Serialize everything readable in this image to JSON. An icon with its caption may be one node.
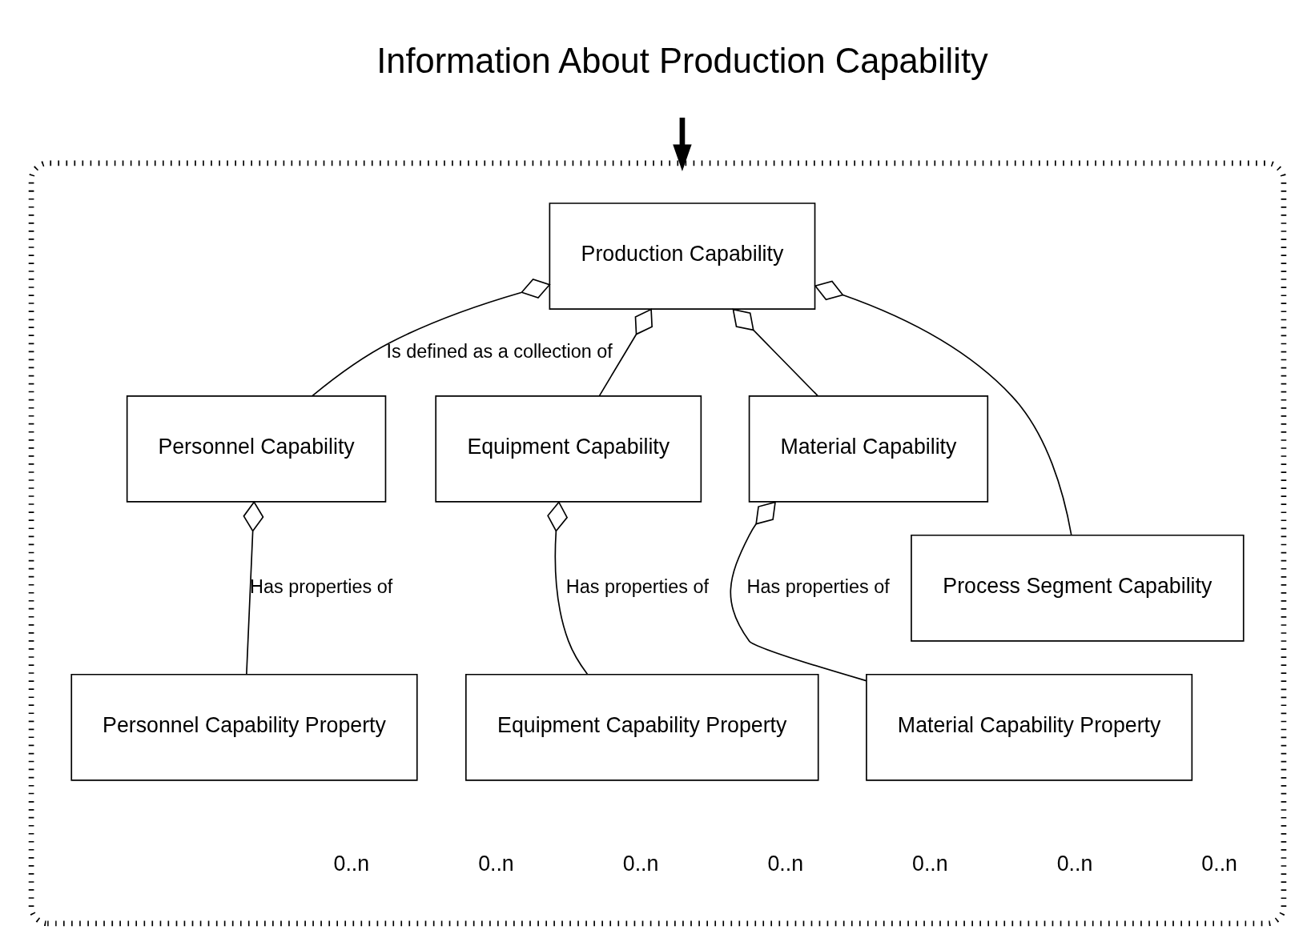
{
  "diagram": {
    "nodes": [
      {
        "text": [
          "Information About Production Capability"
        ]
      },
      {
        "text": [],
        "shape": "box"
      },
      {
        "text": [
          "Production Capability"
        ],
        "in": 1
      },
      {
        "text": [
          "Personnel Capability"
        ],
        "in": 1
      },
      {
        "text": [
          "Equipment Capability"
        ],
        "in": 1
      },
      {
        "text": [
          "Material Capability"
        ],
        "in": 1
      },
      {
        "text": [
          "Process Segment Capability"
        ],
        "in": 1
      },
      {
        "text": [
          "Personnel Capability Property"
        ],
        "in": 1
      },
      {
        "text": [
          "Equipment Capability Property"
        ],
        "in": 1
      },
      {
        "text": [
          "Material Capability Property"
        ],
        "in": 1
      }
    ],
    "edges": [
      {
        "from": 0,
        "to": 1,
        "arrow": "to",
        "style": "thick"
      },
      {
        "from": 2,
        "to": 3,
        "arrow": "other",
        "label": "Is defined as a collection of"
      },
      {
        "from": 2,
        "to": 4,
        "arrow": "other"
      },
      {
        "from": 2,
        "to": 5,
        "arrow": "other"
      },
      {
        "from": 2,
        "to": 6,
        "arrow": "other"
      },
      {
        "from": 3,
        "to": 7,
        "arrow": "other",
        "label": "Has properties of"
      },
      {
        "from": 4,
        "to": 8,
        "arrow": "other",
        "label": "Has properties of"
      },
      {
        "from": 5,
        "to": 9,
        "arrow": "other",
        "label": "Has properties of"
      }
    ],
    "labels": [
      "0..n",
      "0..n",
      "0..n",
      "0..n",
      "0..n",
      "0..n",
      "0..n"
    ]
  }
}
